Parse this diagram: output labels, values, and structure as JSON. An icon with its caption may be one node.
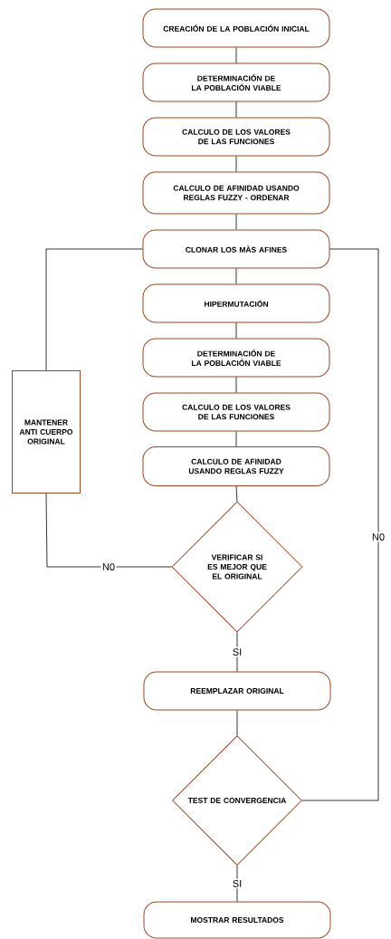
{
  "diagram": {
    "nodes": [
      {
        "text": [
          "CREACIÓN DE LA POBLACIÓN INICIAL"
        ]
      },
      {
        "text": [
          "DETERMINACIÓN DE LA POBLACIÓN VIABLE"
        ]
      },
      {
        "text": [
          "CALCULO DE LOS VALORES DE LAS FUNCIONES"
        ]
      },
      {
        "text": [
          "CALCULO DE  AFINIDAD USANDO REGLAS FUZZY - ORDENAR"
        ]
      },
      {
        "text": [
          "CLONAR LOS MÀS AFINES"
        ]
      },
      {
        "text": [
          "HIPERMUTACIÓN"
        ]
      },
      {
        "text": [
          "DETERMINACIÓN DE LA POBLACIÓN VIABLE"
        ]
      },
      {
        "text": [
          "CALCULO DE LOS VALORES DE LAS FUNCIONES"
        ]
      },
      {
        "text": [
          "CALCULO DE  AFINIDAD USANDO REGLAS FUZZY"
        ]
      },
      {
        "text": [
          "VERIFICAR SI ES MEJOR QUE EL ORIGINAL"
        ]
      },
      {
        "text": [
          "REEMPLAZAR ORIGINAL"
        ]
      },
      {
        "text": [
          "TEST DE CONVERGENCIA"
        ]
      },
      {
        "text": [
          "MOSTRAR RESULTADOS"
        ]
      },
      {
        "text": [
          "MANTENER ANTI CUERPO ORIGINAL"
        ]
      }
    ],
    "edges": [
      {
        "from": 0,
        "to": 1,
        "arrow": "none"
      },
      {
        "from": 1,
        "to": 2,
        "arrow": "none"
      },
      {
        "from": 2,
        "to": 3,
        "arrow": "none"
      },
      {
        "from": 3,
        "to": 4,
        "arrow": "none"
      },
      {
        "from": 4,
        "to": 5,
        "arrow": "none"
      },
      {
        "from": 5,
        "to": 6,
        "arrow": "none"
      },
      {
        "from": 6,
        "to": 7,
        "arrow": "none"
      },
      {
        "from": 7,
        "to": 8,
        "arrow": "none"
      },
      {
        "from": 8,
        "to": 9,
        "arrow": "none"
      },
      {
        "from": 9,
        "to": 10,
        "arrow": "none",
        "label": "SI"
      },
      {
        "from": 10,
        "to": 11,
        "arrow": "none"
      },
      {
        "from": 11,
        "to": 12,
        "arrow": "none",
        "label": "SI"
      },
      {
        "from": 9,
        "to": 13,
        "arrow": "none",
        "label": "N0"
      },
      {
        "from": 13,
        "to": 4,
        "arrow": "none"
      },
      {
        "from": 11,
        "to": 4,
        "arrow": "none",
        "label": "N0"
      }
    ]
  }
}
